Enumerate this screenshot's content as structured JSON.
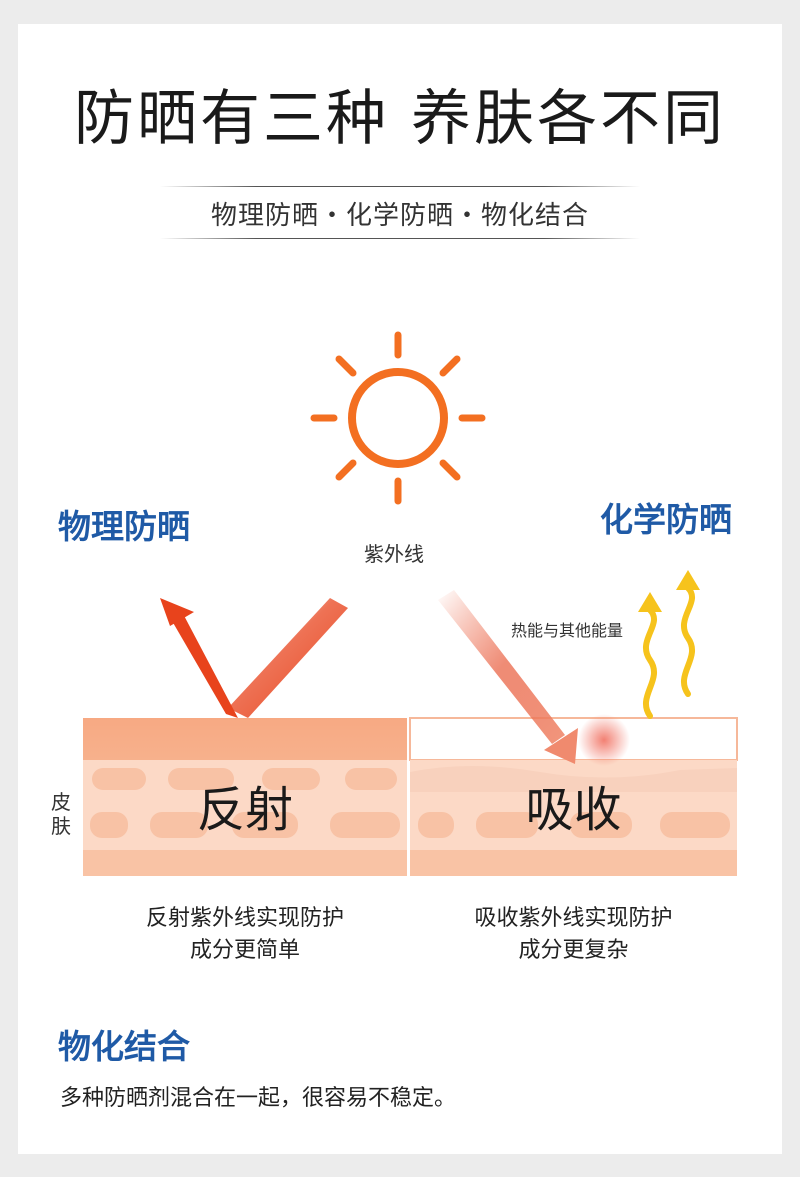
{
  "page": {
    "title": "防晒有三种 养肤各不同",
    "subtitle": "物理防晒・化学防晒・物化结合"
  },
  "diagram": {
    "physical_label": "物理防晒",
    "chemical_label": "化学防晒",
    "uv_label": "紫外线",
    "heat_label": "热能与其他能量",
    "skin_label": "皮肤",
    "reflect_word": "反射",
    "absorb_word": "吸收",
    "reflect_caption_line1": "反射紫外线实现防护",
    "reflect_caption_line2": "成分更简单",
    "absorb_caption_line1": "吸收紫外线实现防护",
    "absorb_caption_line2": "成分更复杂",
    "colors": {
      "sun": "#f36f21",
      "arrow": "#e8431c",
      "heat_wave": "#f7c21a",
      "blue_heading": "#1f5aa6",
      "skin_top": "#f6a577",
      "skin_body": "#fbd7c3"
    },
    "icons": [
      "sun-icon",
      "reflect-arrow-icon",
      "absorb-arrow-icon",
      "heat-wave-icon"
    ]
  },
  "combined": {
    "heading": "物化结合",
    "description": "多种防晒剂混合在一起，很容易不稳定。"
  }
}
